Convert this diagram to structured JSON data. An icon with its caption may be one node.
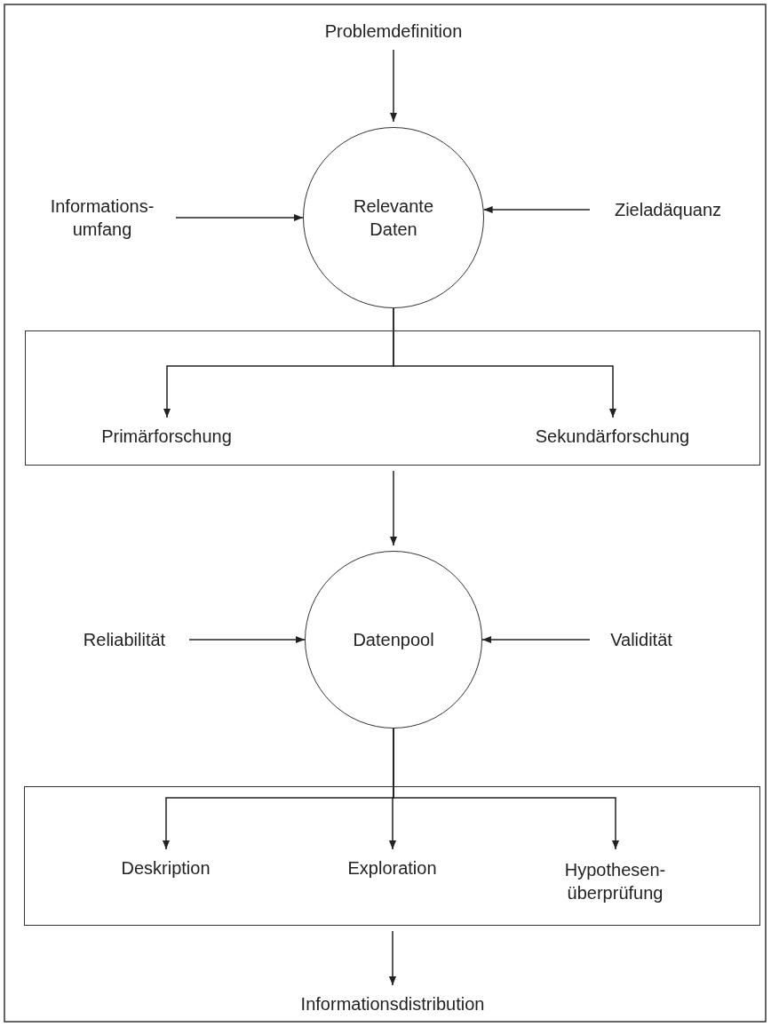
{
  "diagram": {
    "nodes": [
      {
        "text": [
          "Problemdefinition"
        ]
      },
      {
        "text": [
          "Relevante Daten"
        ]
      },
      {
        "text": [
          "Informations- umfang"
        ]
      },
      {
        "text": [
          "Zieladäquanz"
        ]
      },
      {
        "text": [],
        "shape": "box"
      },
      {
        "text": [
          "Primärforschung"
        ],
        "in": 4
      },
      {
        "text": [
          "Sekundärforschung"
        ],
        "in": 4
      },
      {
        "text": [
          "Datenpool"
        ]
      },
      {
        "text": [
          "Reliabilität"
        ]
      },
      {
        "text": [
          "Validität"
        ]
      },
      {
        "text": [],
        "shape": "box"
      },
      {
        "text": [
          "Deskription"
        ],
        "in": 10
      },
      {
        "text": [
          "Exploration"
        ],
        "in": 10
      },
      {
        "text": [
          "Hypothesen- überprüfung"
        ],
        "in": 10
      },
      {
        "text": [
          "Informationsdistribution"
        ]
      }
    ],
    "edges": [
      {
        "from": 0,
        "to": 1,
        "arrow": "to"
      },
      {
        "from": 2,
        "to": 1,
        "arrow": "to"
      },
      {
        "from": 3,
        "to": 1,
        "arrow": "to"
      },
      {
        "from": 1,
        "to": 5,
        "arrow": "to"
      },
      {
        "from": 1,
        "to": 6,
        "arrow": "to"
      },
      {
        "from": 4,
        "to": 7,
        "arrow": "to"
      },
      {
        "from": 8,
        "to": 7,
        "arrow": "to"
      },
      {
        "from": 9,
        "to": 7,
        "arrow": "to"
      },
      {
        "from": 7,
        "to": 11,
        "arrow": "to"
      },
      {
        "from": 7,
        "to": 12,
        "arrow": "to"
      },
      {
        "from": 7,
        "to": 13,
        "arrow": "to"
      },
      {
        "from": 10,
        "to": 14,
        "arrow": "to"
      }
    ]
  }
}
